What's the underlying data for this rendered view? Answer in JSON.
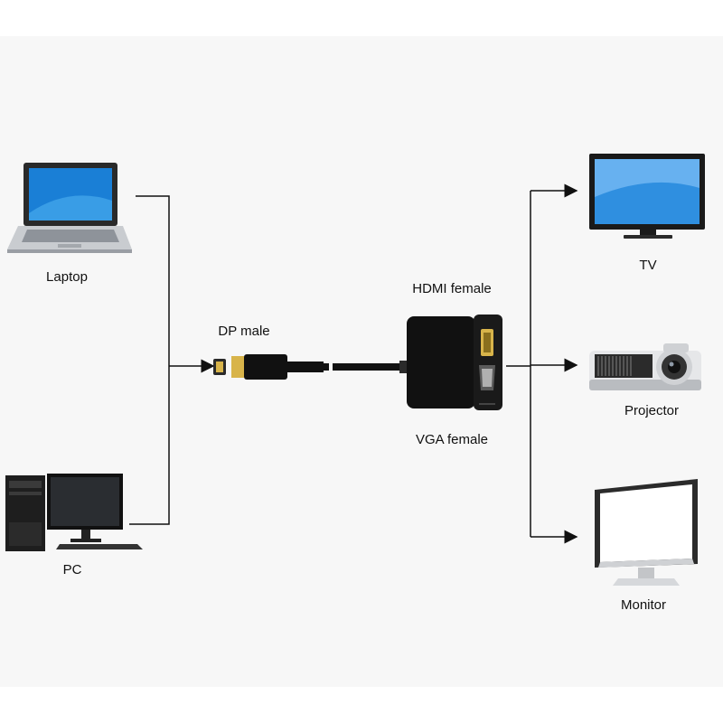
{
  "labels": {
    "laptop": "Laptop",
    "pc": "PC",
    "dp_male": "DP male",
    "hdmi_female": "HDMI female",
    "vga_female": "VGA female",
    "tv": "TV",
    "projector": "Projector",
    "monitor": "Monitor"
  },
  "colors": {
    "background": "#f7f7f7",
    "line": "#111111",
    "screen_blue": "#1a7fd6",
    "device_dark": "#1a1a1a",
    "connector_gold": "#d8b44a"
  },
  "icons": [
    "laptop-icon",
    "pc-icon",
    "dp-connector-icon",
    "adapter-icon",
    "tv-icon",
    "projector-icon",
    "monitor-icon"
  ]
}
